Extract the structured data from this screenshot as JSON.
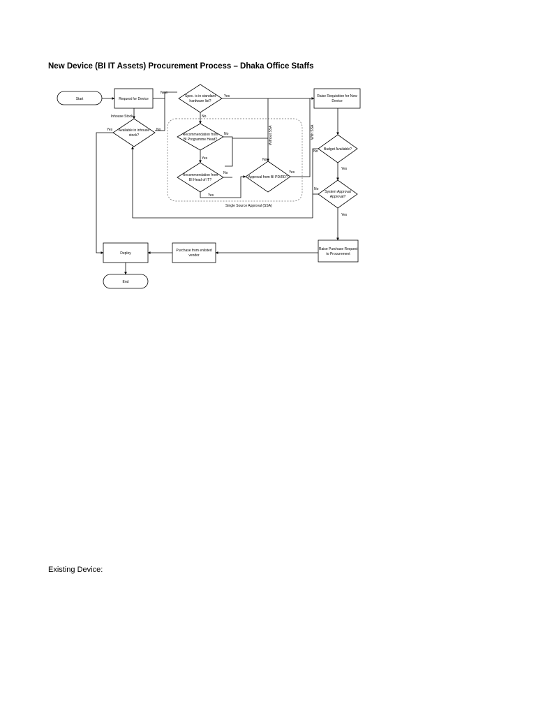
{
  "document": {
    "title": "New Device (BI IT Assets) Procurement Process – Dhaka Office Staffs",
    "existing_heading": "Existing Device:"
  },
  "flowchart": {
    "nodes": {
      "start": "Start",
      "request": "Request for Device",
      "standard_check": [
        "Spec. is in standard",
        "hardware list?"
      ],
      "inhouse_check": [
        "Available in inhouse",
        "stock?"
      ],
      "rec_programme": [
        "Recommendation from",
        "BI Programme Head?"
      ],
      "rec_head_it": [
        "Recommendation from",
        "BI Head of IT?"
      ],
      "approval_bi": "Approval from BI PD/RD?",
      "raise_requisition": [
        "Raise Requisition for New",
        "Device"
      ],
      "budget": "Budget Available?",
      "system_approval": [
        "System Approval",
        "Approval?"
      ],
      "raise_purchase": [
        "Raise Purchase Request",
        "to Procurement"
      ],
      "purchase_vendor": [
        "Purchase from enlisted",
        "vendor"
      ],
      "deploy": "Deploy",
      "end": "End"
    },
    "labels": {
      "new": "New",
      "inhouse_stock": "Inhouse Stock",
      "yes": "Yes",
      "no": "No",
      "without_ssa": "Without SSA",
      "with_ssa": "With SSA",
      "ssa": "Single Source Approval (SSA)"
    }
  }
}
